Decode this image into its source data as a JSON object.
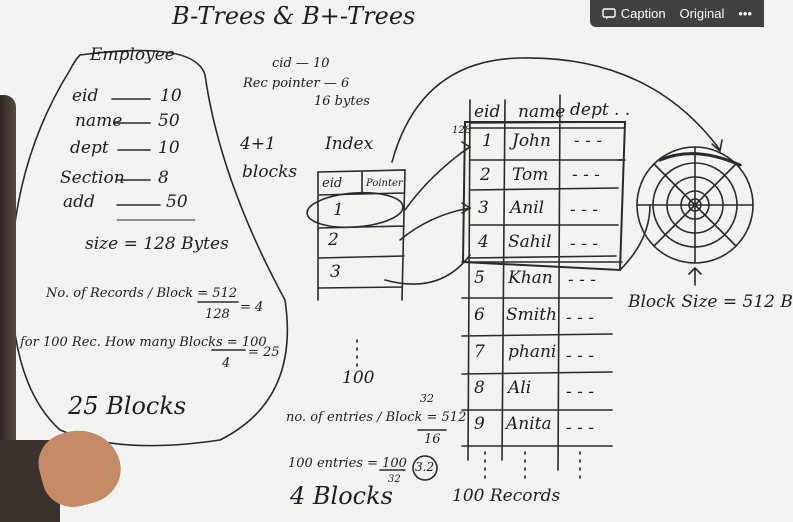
{
  "title": "B-Trees & B+-Trees",
  "player": {
    "caption_label": "Caption",
    "original_label": "Original",
    "more_label": "•••"
  },
  "employee": {
    "heading": "Employee",
    "fields": [
      {
        "name": "eid",
        "size": "10"
      },
      {
        "name": "name",
        "size": "50"
      },
      {
        "name": "dept",
        "size": "10"
      },
      {
        "name": "Section",
        "size": "8"
      },
      {
        "name": "add",
        "size": "50"
      }
    ],
    "size_line": "size = 128 Bytes",
    "records_per_block": "No. of Records / Block = 512",
    "records_per_block_denominator": "128",
    "records_per_block_result": "= 4",
    "blocks_question": "for 100 Rec. How many Blocks = 100",
    "blocks_question_denominator": "4",
    "blocks_question_result": "= 25",
    "total_blocks": "25 Blocks"
  },
  "index_note": {
    "cid_line": "cid — 10",
    "rec_pointer_line": "Rec pointer — 6",
    "total_line": "16 bytes"
  },
  "blocks_note": {
    "line1": "4+1",
    "line2": "blocks"
  },
  "index_table": {
    "title": "Index",
    "headers": [
      "eid",
      "Pointer"
    ],
    "rows": [
      "1",
      "2",
      "3"
    ],
    "dots": "⋮",
    "count": "100"
  },
  "entries_calc": {
    "line1": "no. of entries / Block = 512",
    "superscript": "32",
    "denominator": "16",
    "line2": "100 entries = 100",
    "line2_denominator": "32",
    "line2_result": "3.2",
    "result": "4 Blocks"
  },
  "data_table": {
    "address": "128",
    "headers": [
      "eid",
      "name",
      "dept . ."
    ],
    "rows": [
      {
        "eid": "1",
        "name": "John",
        "dept": "- - -"
      },
      {
        "eid": "2",
        "name": "Tom",
        "dept": "- - -"
      },
      {
        "eid": "3",
        "name": "Anil",
        "dept": "- - -"
      },
      {
        "eid": "4",
        "name": "Sahil",
        "dept": "- - -"
      },
      {
        "eid": "5",
        "name": "Khan",
        "dept": "- - -"
      },
      {
        "eid": "6",
        "name": "Smith",
        "dept": "- - -"
      },
      {
        "eid": "7",
        "name": "phani",
        "dept": "- - -"
      },
      {
        "eid": "8",
        "name": "Ali",
        "dept": "- - -"
      },
      {
        "eid": "9",
        "name": "Anita",
        "dept": "- - -"
      }
    ],
    "footer": "100 Records"
  },
  "disk": {
    "block_size_label": "Block Size = 512 B"
  }
}
